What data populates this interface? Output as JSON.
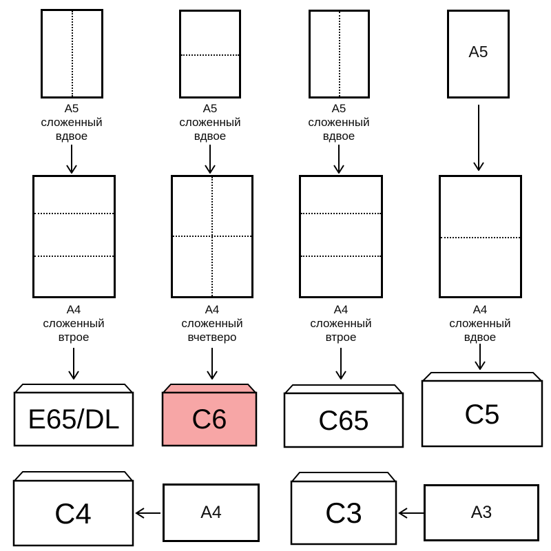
{
  "title": "Paper-to-envelope size diagram",
  "colors": {
    "highlight": "#f7a6a6",
    "stroke": "#000000"
  },
  "row1": {
    "papers": [
      {
        "fold": "vertical",
        "caption": [
          "A5",
          "сложенный",
          "вдвое"
        ]
      },
      {
        "fold": "horizontal",
        "caption": [
          "A5",
          "сложенный",
          "вдвое"
        ]
      },
      {
        "fold": "vertical",
        "caption": [
          "A5",
          "сложенный",
          "вдвое"
        ]
      },
      {
        "fold": "none",
        "inner_label": "A5",
        "caption": []
      }
    ]
  },
  "row2": {
    "papers": [
      {
        "fold": "thirds-horizontal",
        "caption": [
          "A4",
          "сложенный",
          "втрое"
        ]
      },
      {
        "fold": "quarters",
        "caption": [
          "A4",
          "сложенный",
          "вчетверо"
        ]
      },
      {
        "fold": "thirds-horizontal",
        "caption": [
          "A4",
          "сложенный",
          "втрое"
        ]
      },
      {
        "fold": "half-horizontal",
        "caption": [
          "A4",
          "сложенный",
          "вдвое"
        ]
      }
    ]
  },
  "row3": {
    "envelopes": [
      {
        "label": "E65/DL",
        "highlighted": false
      },
      {
        "label": "C6",
        "highlighted": true
      },
      {
        "label": "C65",
        "highlighted": false
      },
      {
        "label": "C5",
        "highlighted": false
      }
    ]
  },
  "row4": {
    "pairs": [
      {
        "envelope_label": "C4",
        "source_label": "A4"
      },
      {
        "envelope_label": "C3",
        "source_label": "A3"
      }
    ]
  }
}
